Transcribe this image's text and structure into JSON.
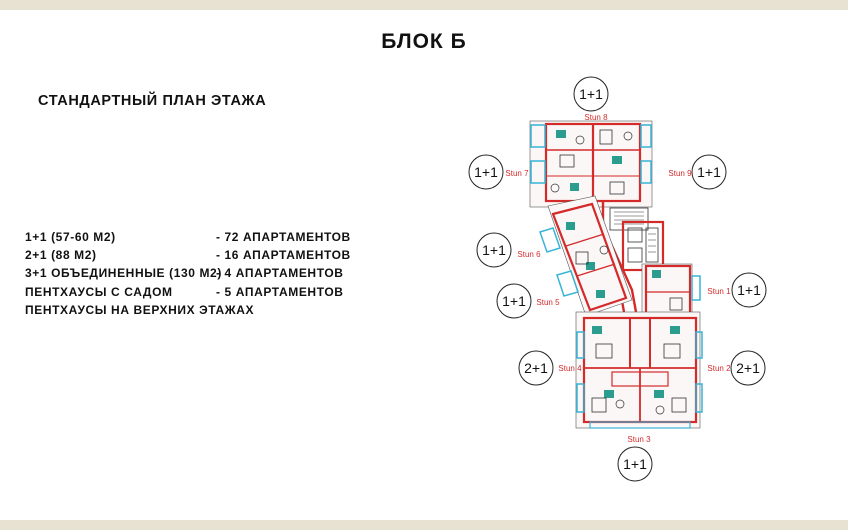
{
  "title": "БЛОК Б",
  "subtitle": "СТАНДАРТНЫЙ ПЛАН ЭТАЖА",
  "legend": [
    {
      "label": "1+1 (57-60 М2)",
      "count": "- 72 АПАРТАМЕНТОВ"
    },
    {
      "label": "2+1 (88 М2)",
      "count": "- 16 АПАРТАМЕНТОВ"
    },
    {
      "label": "3+1 ОБЪЕДИНЕННЫЕ (130 М2)",
      "count": "- 4 АПАРТАМЕНТОВ"
    },
    {
      "label": "ПЕНТХАУСЫ С САДОМ",
      "count": "- 5 АПАРТАМЕНТОВ"
    },
    {
      "label": "ПЕНТХАУСЫ НА ВЕРХНИХ ЭТАЖАХ",
      "count": ""
    }
  ],
  "units": [
    {
      "stun": "Stun 8",
      "type": "1+1"
    },
    {
      "stun": "Stun 7",
      "type": "1+1"
    },
    {
      "stun": "Stun 9",
      "type": "1+1"
    },
    {
      "stun": "Stun 6",
      "type": "1+1"
    },
    {
      "stun": "Stun 1",
      "type": "1+1"
    },
    {
      "stun": "Stun 5",
      "type": "1+1"
    },
    {
      "stun": "Stun 4",
      "type": "2+1"
    },
    {
      "stun": "Stun 2",
      "type": "2+1"
    },
    {
      "stun": "Stun 3",
      "type": "1+1"
    }
  ],
  "colors": {
    "band": "#e8e2d2",
    "wall": "#d42a2a",
    "glass": "#37b4d6",
    "teal": "#2a9d8f",
    "text": "#111111"
  }
}
